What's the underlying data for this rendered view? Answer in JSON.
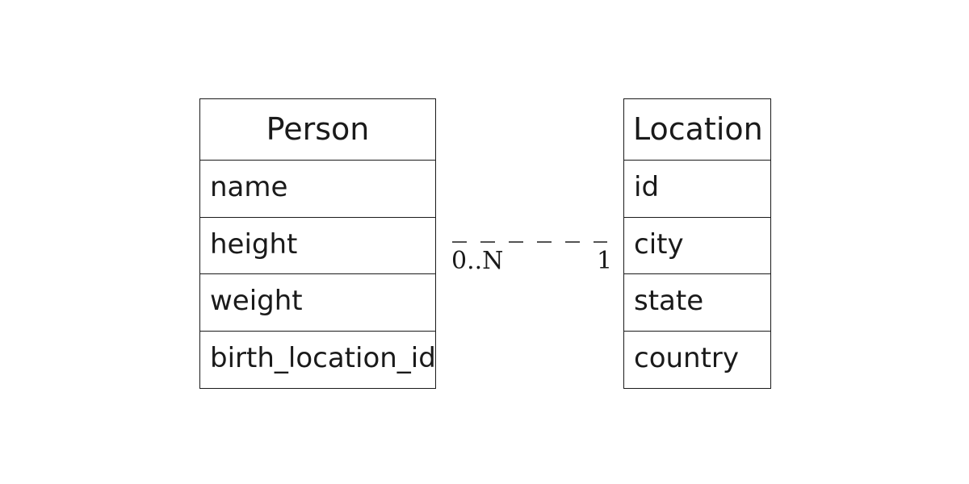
{
  "entities": {
    "person": {
      "title": "Person",
      "fields": [
        "name",
        "height",
        "weight",
        "birth_location_id"
      ]
    },
    "location": {
      "title": "Location",
      "fields": [
        "id",
        "city",
        "state",
        "country"
      ]
    }
  },
  "relationship": {
    "source_multiplicity": "0..N",
    "target_multiplicity": "1",
    "line_style": "dashed"
  },
  "colors": {
    "line": "#1a1a1a",
    "background": "#ffffff"
  }
}
